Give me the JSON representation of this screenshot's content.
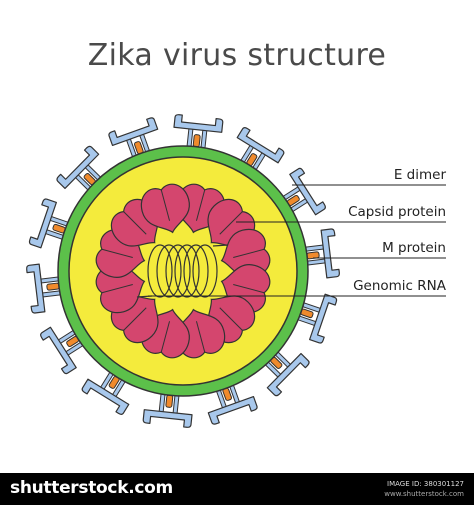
{
  "title": "Zika virus structure",
  "labels": {
    "e_dimer": "E dimer",
    "capsid_protein": "Capsid protein",
    "m_protein": "M protein",
    "genomic_rna": "Genomic RNA"
  },
  "colors": {
    "envelope": "#5cc04a",
    "core": "#f4eb3c",
    "capsid": "#d4466e",
    "e_dimer": "#a8c8ec",
    "m_protein": "#f08a2c",
    "rna": "#333333"
  },
  "footer": {
    "brand": "shutterstock.com",
    "image_id": "IMAGE ID: 380301127",
    "url": "www.shutterstock.com"
  }
}
